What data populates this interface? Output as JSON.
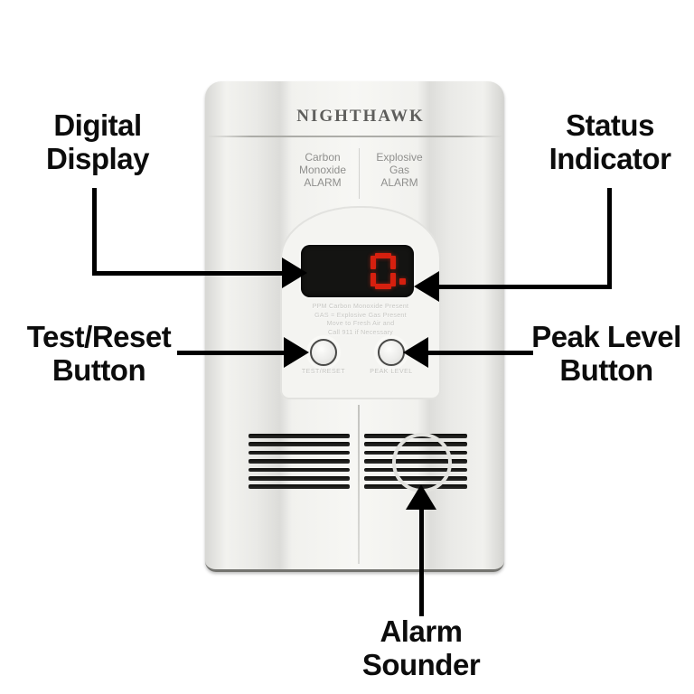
{
  "device": {
    "brand": "NIGHTHAWK",
    "co_alarm": {
      "lines": [
        "Carbon",
        "Monoxide",
        "ALARM"
      ]
    },
    "gas_alarm": {
      "lines": [
        "Explosive",
        "Gas",
        "ALARM"
      ]
    },
    "display_value": "0.",
    "display_color": "#d6200f",
    "embossed_lines": [
      "PPM Carbon Monoxide Present",
      "GAS = Explosive Gas Present",
      "Move to Fresh Air and",
      "Call 911 if Necessary"
    ],
    "test_button_label": "TEST/RESET",
    "peak_button_label": "PEAK LEVEL",
    "grille": {
      "slot_count": 7
    }
  },
  "callouts": {
    "digital_display": {
      "lines": [
        "Digital",
        "Display"
      ]
    },
    "status_indicator": {
      "lines": [
        "Status",
        "Indicator"
      ]
    },
    "test_reset_button": {
      "lines": [
        "Test/Reset",
        "Button"
      ]
    },
    "peak_level_button": {
      "lines": [
        "Peak Level",
        "Button"
      ]
    },
    "alarm_sounder": {
      "lines": [
        "Alarm",
        "Sounder"
      ]
    }
  },
  "colors": {
    "annotation": "#000000",
    "device_body": "#f1f1ee",
    "display_background": "#141412",
    "digit_red": "#d6200f",
    "brand_text": "#5e5e5c",
    "label_gray": "#8f8f8d"
  }
}
